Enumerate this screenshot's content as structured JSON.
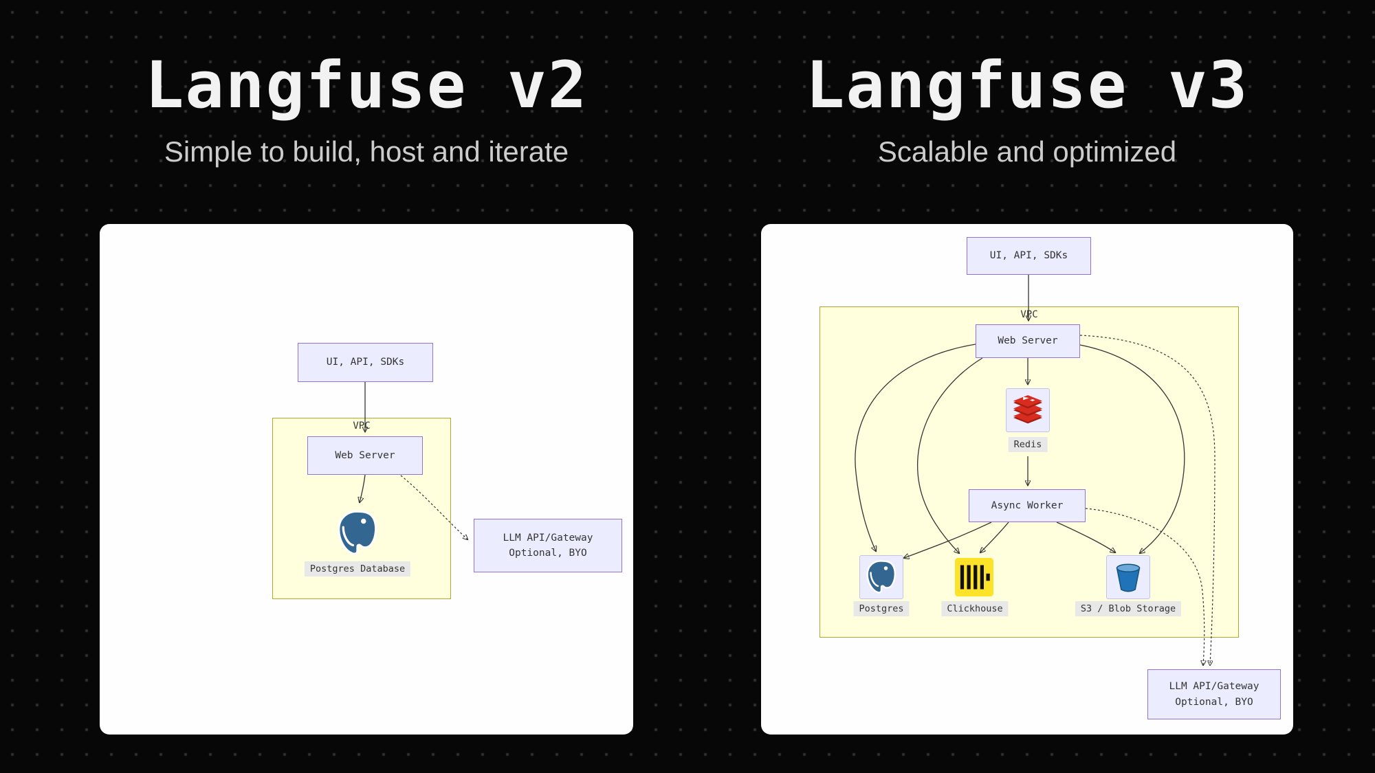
{
  "left": {
    "title": "Langfuse v2",
    "subtitle": "Simple to build, host and iterate",
    "nodes": {
      "ui": "UI, API, SDKs",
      "vpc": "VPC",
      "web": "Web Server",
      "postgres_label": "Postgres Database",
      "llm_line1": "LLM API/Gateway",
      "llm_line2": "Optional, BYO"
    },
    "icons": [
      "postgres-icon"
    ]
  },
  "right": {
    "title": "Langfuse v3",
    "subtitle": "Scalable and optimized",
    "nodes": {
      "ui": "UI, API, SDKs",
      "vpc": "VPC",
      "web": "Web Server",
      "redis_label": "Redis",
      "worker": "Async Worker",
      "postgres_label": "Postgres",
      "clickhouse_label": "Clickhouse",
      "s3_label": "S3 / Blob Storage",
      "llm_line1": "LLM API/Gateway",
      "llm_line2": "Optional, BYO"
    },
    "icons": [
      "postgres-icon",
      "redis-icon",
      "clickhouse-icon",
      "s3-bucket-icon"
    ]
  },
  "colors": {
    "background": "#070707",
    "card": "#fefefe",
    "node_fill": "#ECECFF",
    "node_border": "#9370DB",
    "vpc_fill": "#ffffde",
    "vpc_border": "#aaaa33",
    "edge": "#333333",
    "label_chip": "#e8e8e8",
    "postgres_blue": "#336791",
    "redis_red": "#d82c20",
    "clickhouse_yellow": "#ffe500",
    "s3_blue": "#2073b7",
    "title_text": "#f2f2f2",
    "subtitle_text": "#cccccc"
  }
}
